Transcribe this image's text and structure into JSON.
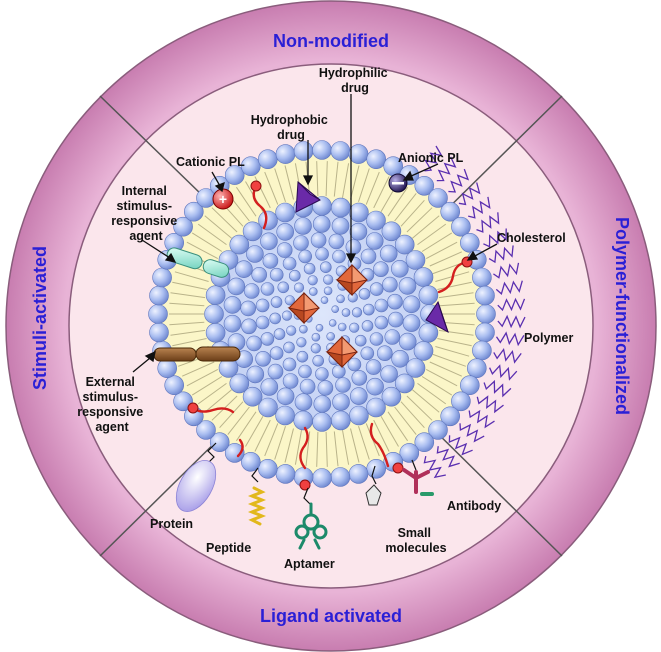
{
  "sectors": {
    "top": "Non-modified",
    "right": "Polymer-functionalized",
    "bottom": "Ligand activated",
    "left": "Stimuli-activated"
  },
  "labels": {
    "hydrophilic_drug": [
      "Hydrophilic",
      "drug"
    ],
    "hydrophobic_drug": [
      "Hydrophobic",
      "drug"
    ],
    "cationic_pl": "Cationic PL",
    "anionic_pl": "Anionic PL",
    "internal_agent": [
      "Internal",
      "stimulus-",
      "responsive",
      "agent"
    ],
    "cholesterol": "Cholesterol",
    "polymer": "Polymer",
    "external_agent": [
      "External",
      "stimulus-",
      "responsive",
      "agent"
    ],
    "protein": "Protein",
    "peptide": "Peptide",
    "aptamer": "Aptamer",
    "small_molecules": [
      "Small",
      "molecules"
    ],
    "antibody": "Antibody"
  },
  "colors": {
    "outer_ring": "#d99ac4",
    "inner_disc": "#fbe6ec",
    "title": "#2a1fd6",
    "bead": "#9fb3ea",
    "bilayer": "#fbf6c8",
    "drug": "#e2683c",
    "hydrophobic_drug": "#6a2aa8",
    "cationic": "#e53030",
    "anionic": "#3b2a78",
    "cholesterol": "#d41f1f",
    "polymer": "#5a2fb0",
    "internal_agent": "#9fe8d6",
    "external_agent": "#8b5a2b",
    "protein": "#c8c3f0",
    "peptide": "#f1d038",
    "aptamer": "#1c8a6a",
    "antibody": "#b0305a"
  }
}
